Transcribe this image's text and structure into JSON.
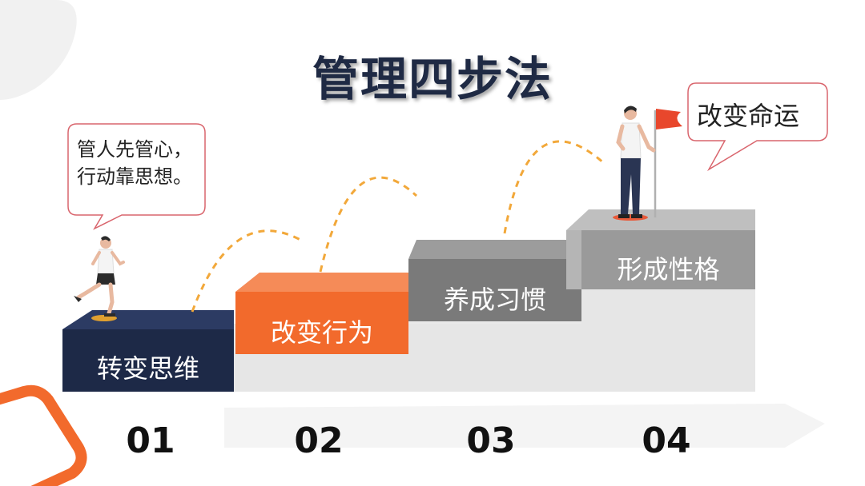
{
  "title": "管理四步法",
  "bubbles": {
    "left_line1": "管人先管心，",
    "left_line2": "行动靠思想。",
    "right": "改变命运"
  },
  "steps": [
    {
      "label": "转变思维",
      "number": "01"
    },
    {
      "label": "改变行为",
      "number": "02"
    },
    {
      "label": "养成习惯",
      "number": "03"
    },
    {
      "label": "形成性格",
      "number": "04"
    }
  ],
  "colors": {
    "navy": "#1d2947",
    "orange": "#f26a2c",
    "gray_dark": "#858585",
    "gray_mid": "#9a9a9a",
    "dashed": "#f2a83a",
    "bubble_border": "#d9656d",
    "flag": "#e8472c"
  },
  "icons": [
    "runner-figure",
    "standing-man-figure",
    "flag-icon"
  ]
}
